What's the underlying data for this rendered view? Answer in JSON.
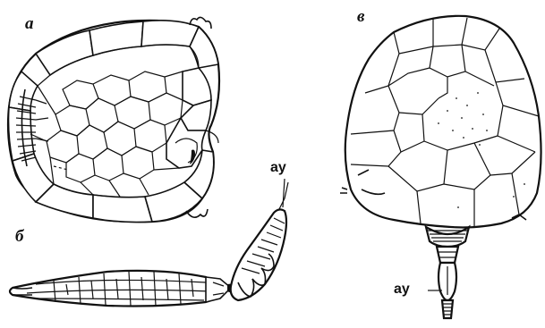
{
  "figure": {
    "panel_a": {
      "letter": "а"
    },
    "panel_b": {
      "letter": "б",
      "callout": "ау"
    },
    "panel_v": {
      "letter": "в",
      "callout": "ау"
    }
  }
}
